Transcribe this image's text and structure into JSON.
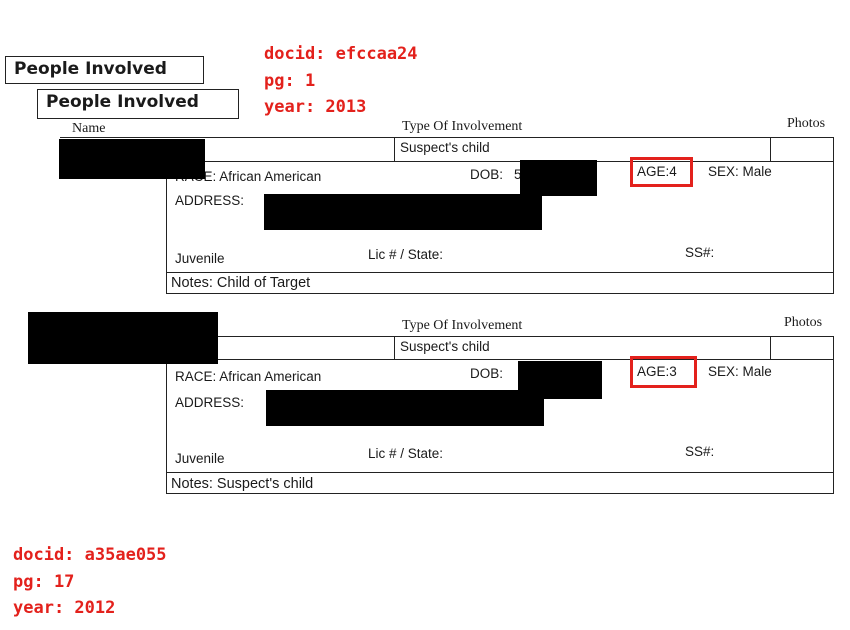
{
  "header": {
    "label_back": "People Involved",
    "label_front": "People Involved"
  },
  "top_meta": {
    "docid": "docid: efccaa24",
    "pg": "pg: 1",
    "year": "year: 2013"
  },
  "bottom_meta": {
    "docid": "docid: a35ae055",
    "pg": "pg: 17",
    "year": "year: 2012"
  },
  "columns": {
    "name": "Name",
    "type": "Type Of Involvement",
    "photos": "Photos"
  },
  "records": [
    {
      "involvement": "Suspect's child",
      "race": "RACE: African American",
      "dob": "DOB:",
      "dob_partial": "5",
      "age": "AGE:4",
      "sex": "SEX: Male",
      "address": "ADDRESS:",
      "status": "Juvenile",
      "lic": "Lic # / State:",
      "ss": "SS#:",
      "notes": "Notes: Child of Target"
    },
    {
      "type_header": "Type Of Involvement",
      "photos_header": "Photos",
      "involvement": "Suspect's child",
      "race": "RACE: African American",
      "dob": "DOB:",
      "age": "AGE:3",
      "sex": "SEX: Male",
      "address": "ADDRESS:",
      "status": "Juvenile",
      "lic": "Lic # / State:",
      "ss": "SS#:",
      "notes": "Notes: Suspect's child"
    }
  ]
}
